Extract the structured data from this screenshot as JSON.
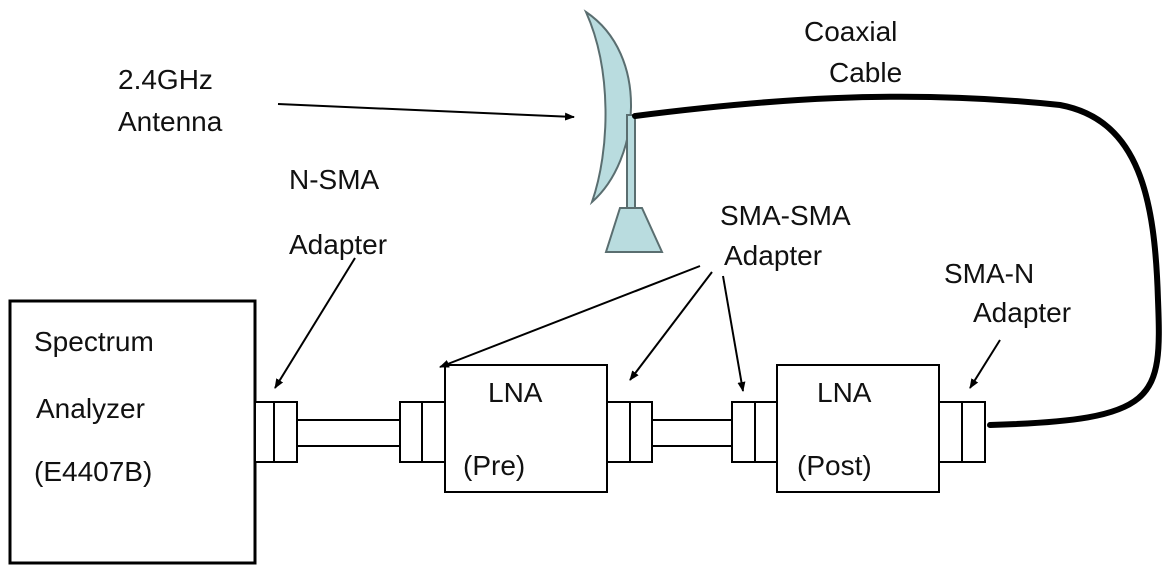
{
  "labels": {
    "antenna_line1": "2.4GHz",
    "antenna_line2": "Antenna",
    "coax_line1": "Coaxial",
    "coax_line2": "Cable",
    "nsma_line1": "N-SMA",
    "nsma_line2": "Adapter",
    "smasma_line1": "SMA-SMA",
    "smasma_line2": "Adapter",
    "sman_line1": "SMA-N",
    "sman_line2": "Adapter",
    "sa_line1": "Spectrum",
    "sa_line2": "Analyzer",
    "sa_line3": "(E4407B)",
    "lna_pre_title": "LNA",
    "lna_pre_sub": "(Pre)",
    "lna_post_title": "LNA",
    "lna_post_sub": "(Post)"
  },
  "colors": {
    "dish_fill": "#b9dcdf",
    "stroke": "#000000",
    "text": "#111111"
  }
}
